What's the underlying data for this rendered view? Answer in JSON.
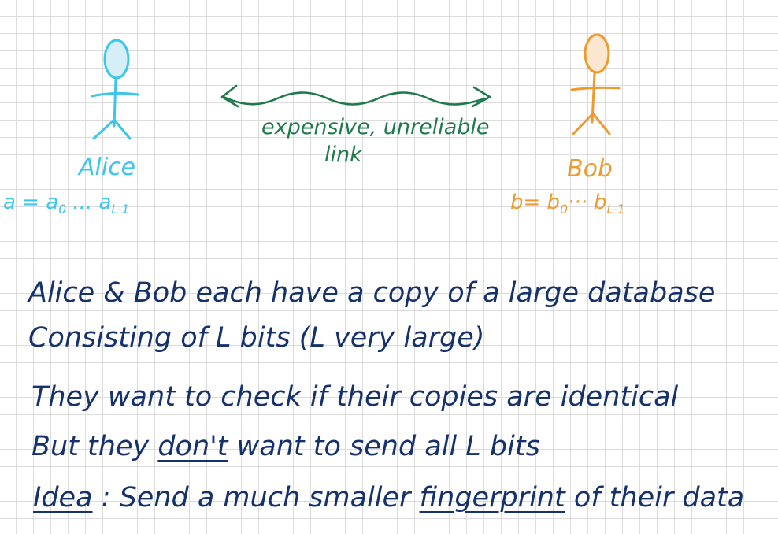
{
  "alice": {
    "name": "Alice",
    "vector_prefix": "a = a",
    "vector_sub_first": "0",
    "vector_middle": " ... a",
    "vector_sub_last": "L-1",
    "color": "#3cc6ea"
  },
  "bob": {
    "name": "Bob",
    "vector_prefix": "b= b",
    "vector_sub_first": "0",
    "vector_middle": "··· b",
    "vector_sub_last": "L-1",
    "color": "#ef9a2e"
  },
  "link": {
    "label_line1": "expensive, unreliable",
    "label_line2": "link",
    "color": "#1f7a4b"
  },
  "notes": {
    "line1": "Alice & Bob each have a copy of a large database",
    "line2": "Consisting of L bits   (L very large)",
    "line3": "They want to check if their copies are identical",
    "line4_before": "But they ",
    "line4_underlined": "don't",
    "line4_after": " want to send all L bits",
    "line5_underlined1": "Idea",
    "line5_middle": " : Send a much smaller ",
    "line5_underlined2": "fingerprint",
    "line5_after": " of their data",
    "color": "#16326b"
  }
}
